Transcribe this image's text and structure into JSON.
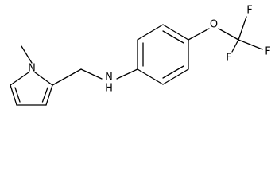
{
  "molecule": {
    "atoms": {
      "pyrrole_nitrogen": "N",
      "amine_nitrogen": "N",
      "amine_hydrogen": "H",
      "ether_oxygen": "O",
      "fluorine_top": "F",
      "fluorine_right": "F",
      "fluorine_left": "F"
    }
  }
}
